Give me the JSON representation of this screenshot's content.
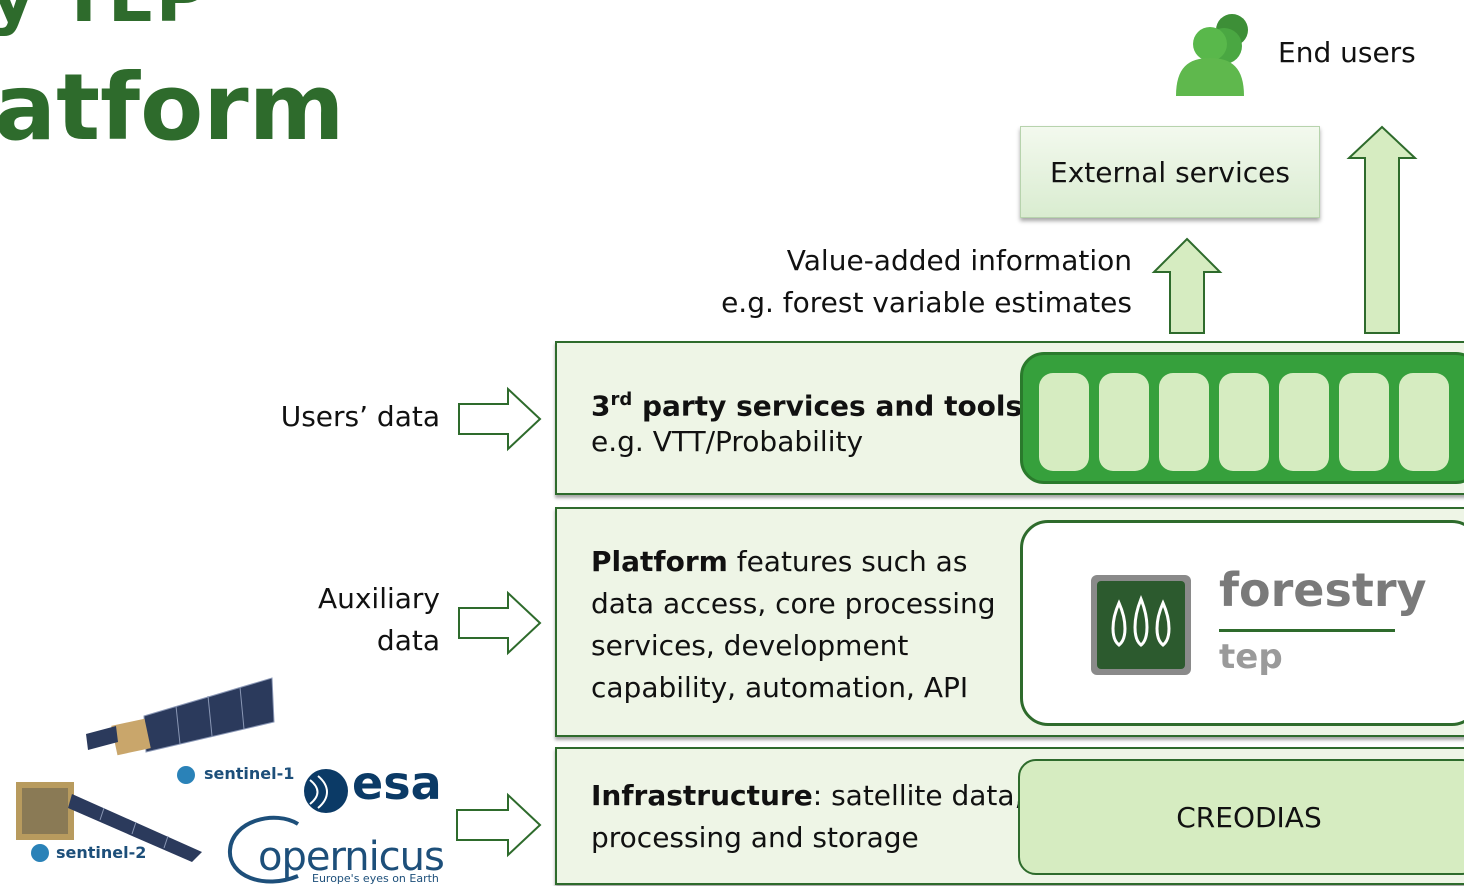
{
  "title": {
    "line1": "y TEP",
    "line2": "atform"
  },
  "end_users": {
    "label": "End users"
  },
  "external_services": {
    "label": "External services"
  },
  "value_added": {
    "line1": "Value-added information",
    "line2": "e.g. forest variable estimates"
  },
  "inputs": {
    "users_data": "Users’ data",
    "auxiliary_line1": "Auxiliary",
    "auxiliary_line2": "data"
  },
  "layers": {
    "third_party": {
      "bold": "3",
      "sup": "rd",
      "bold_rest": " party services and tools",
      "line2": "e.g. VTT/Probability"
    },
    "platform": {
      "bold": "Platform",
      "rest": " features such as",
      "line2": "data access, core processing",
      "line3": "services, development",
      "line4": "capability, automation, API"
    },
    "infrastructure": {
      "bold": "Infrastructure",
      "rest": ": satellite data,",
      "line2": "processing and storage"
    }
  },
  "tools_count": 7,
  "forestry_logo": {
    "word1": "forestry",
    "word2": "tep"
  },
  "creodias": {
    "label": "CREODIAS"
  },
  "source_logos": {
    "sentinel1": "sentinel-1",
    "sentinel2": "sentinel-2",
    "esa": "esa",
    "copernicus": "opernicus",
    "copernicus_tagline": "Europe's eyes on Earth"
  },
  "colors": {
    "dark_green": "#2e6b2c",
    "bright_green": "#36a03c",
    "light_green": "#d6ecc1",
    "pale_green": "#eef5e6"
  }
}
